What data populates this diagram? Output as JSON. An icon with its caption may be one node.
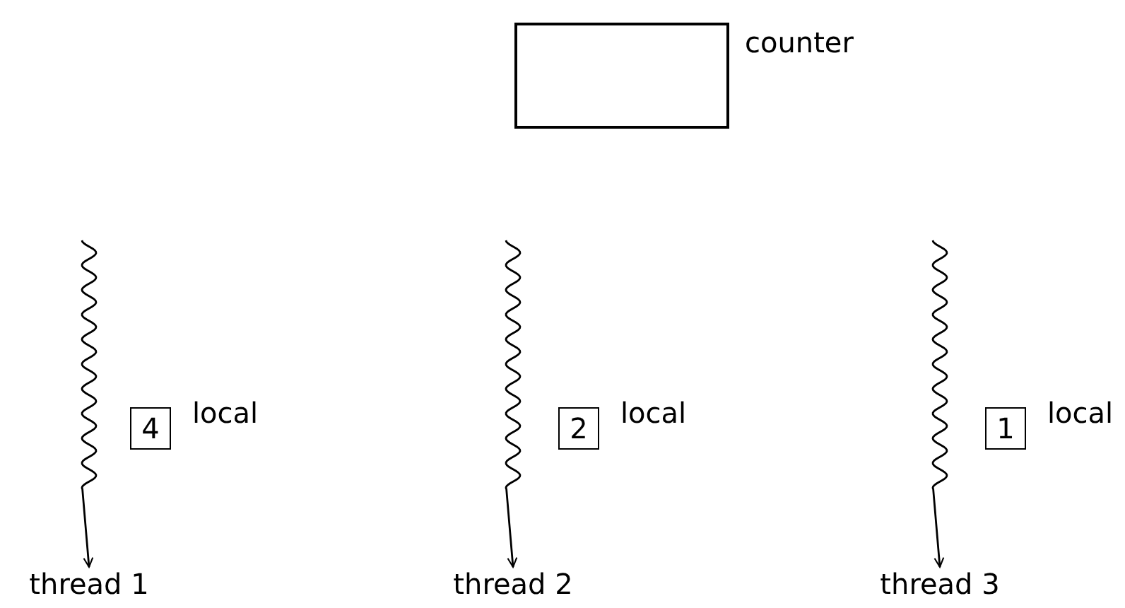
{
  "diagram": {
    "nodes": [
      {
        "text": [
          "counter"
        ]
      },
      {
        "text": [
          "4"
        ],
        "beside": [
          "local"
        ]
      },
      {
        "text": [
          "2"
        ],
        "beside": [
          "local"
        ]
      },
      {
        "text": [
          "1"
        ],
        "beside": [
          "local"
        ]
      },
      {
        "text": [
          "thread 1"
        ]
      },
      {
        "text": [
          "thread 2"
        ]
      },
      {
        "text": [
          "thread 3"
        ]
      }
    ],
    "edges": [
      {
        "from": null,
        "to": 4,
        "arrow": "to"
      },
      {
        "from": null,
        "to": 5,
        "arrow": "to"
      },
      {
        "from": null,
        "to": 6,
        "arrow": "to"
      }
    ]
  }
}
